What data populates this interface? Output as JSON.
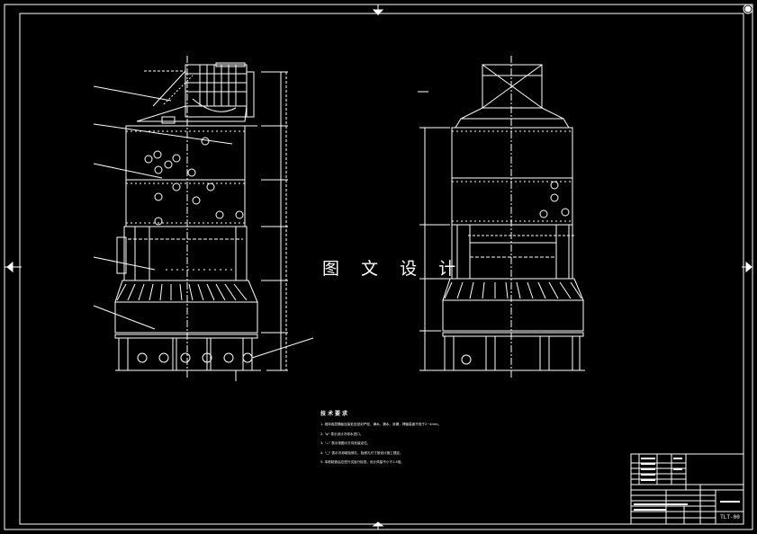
{
  "watermark": "图 文 设 计",
  "technical_requirements": {
    "title": "技术要求",
    "lines": [
      "1. 塔体各层隔板连接处应密封严密，满水、漏水、渗漏，焊缝高度不低于2~4mm。",
      "2. \"φ\" 表示设计冷却水进口。",
      "3. \"⊥\" 表示按图示方向安装定位。",
      "4. \"□\" 表示冷却塔检修孔，检修孔尺寸按设计施工规定。",
      "5. 本塔制造后应进行试运行检查，设计风量不小于1.5倍。"
    ]
  },
  "title_block": {
    "drawing_code": "TLT-00"
  }
}
